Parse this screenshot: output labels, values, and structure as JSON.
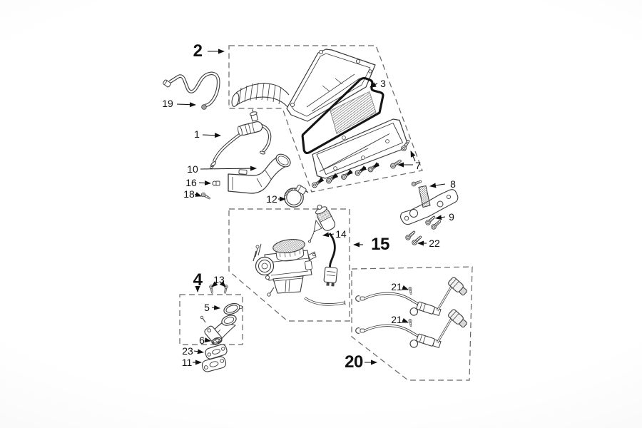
{
  "diagram": {
    "labels": {
      "l1": {
        "text": "1"
      },
      "l2": {
        "text": "2"
      },
      "l3": {
        "text": "3"
      },
      "l4": {
        "text": "4"
      },
      "l5": {
        "text": "5"
      },
      "l6": {
        "text": "6"
      },
      "l7": {
        "text": "7"
      },
      "l8": {
        "text": "8"
      },
      "l9": {
        "text": "9"
      },
      "l10": {
        "text": "10"
      },
      "l11": {
        "text": "11"
      },
      "l12": {
        "text": "12"
      },
      "l13": {
        "text": "13"
      },
      "l14": {
        "text": "14"
      },
      "l15": {
        "text": "15"
      },
      "l16": {
        "text": "16"
      },
      "l18": {
        "text": "18"
      },
      "l19": {
        "text": "19"
      },
      "l20": {
        "text": "20"
      },
      "l21a": {
        "text": "21"
      },
      "l21b": {
        "text": "21"
      },
      "l22": {
        "text": "22"
      },
      "l23": {
        "text": "23"
      }
    },
    "colors": {
      "line": "#3a3a3a",
      "seal": "#141414",
      "dash": "#666666",
      "label": "#111111",
      "background": "#ffffff"
    }
  }
}
